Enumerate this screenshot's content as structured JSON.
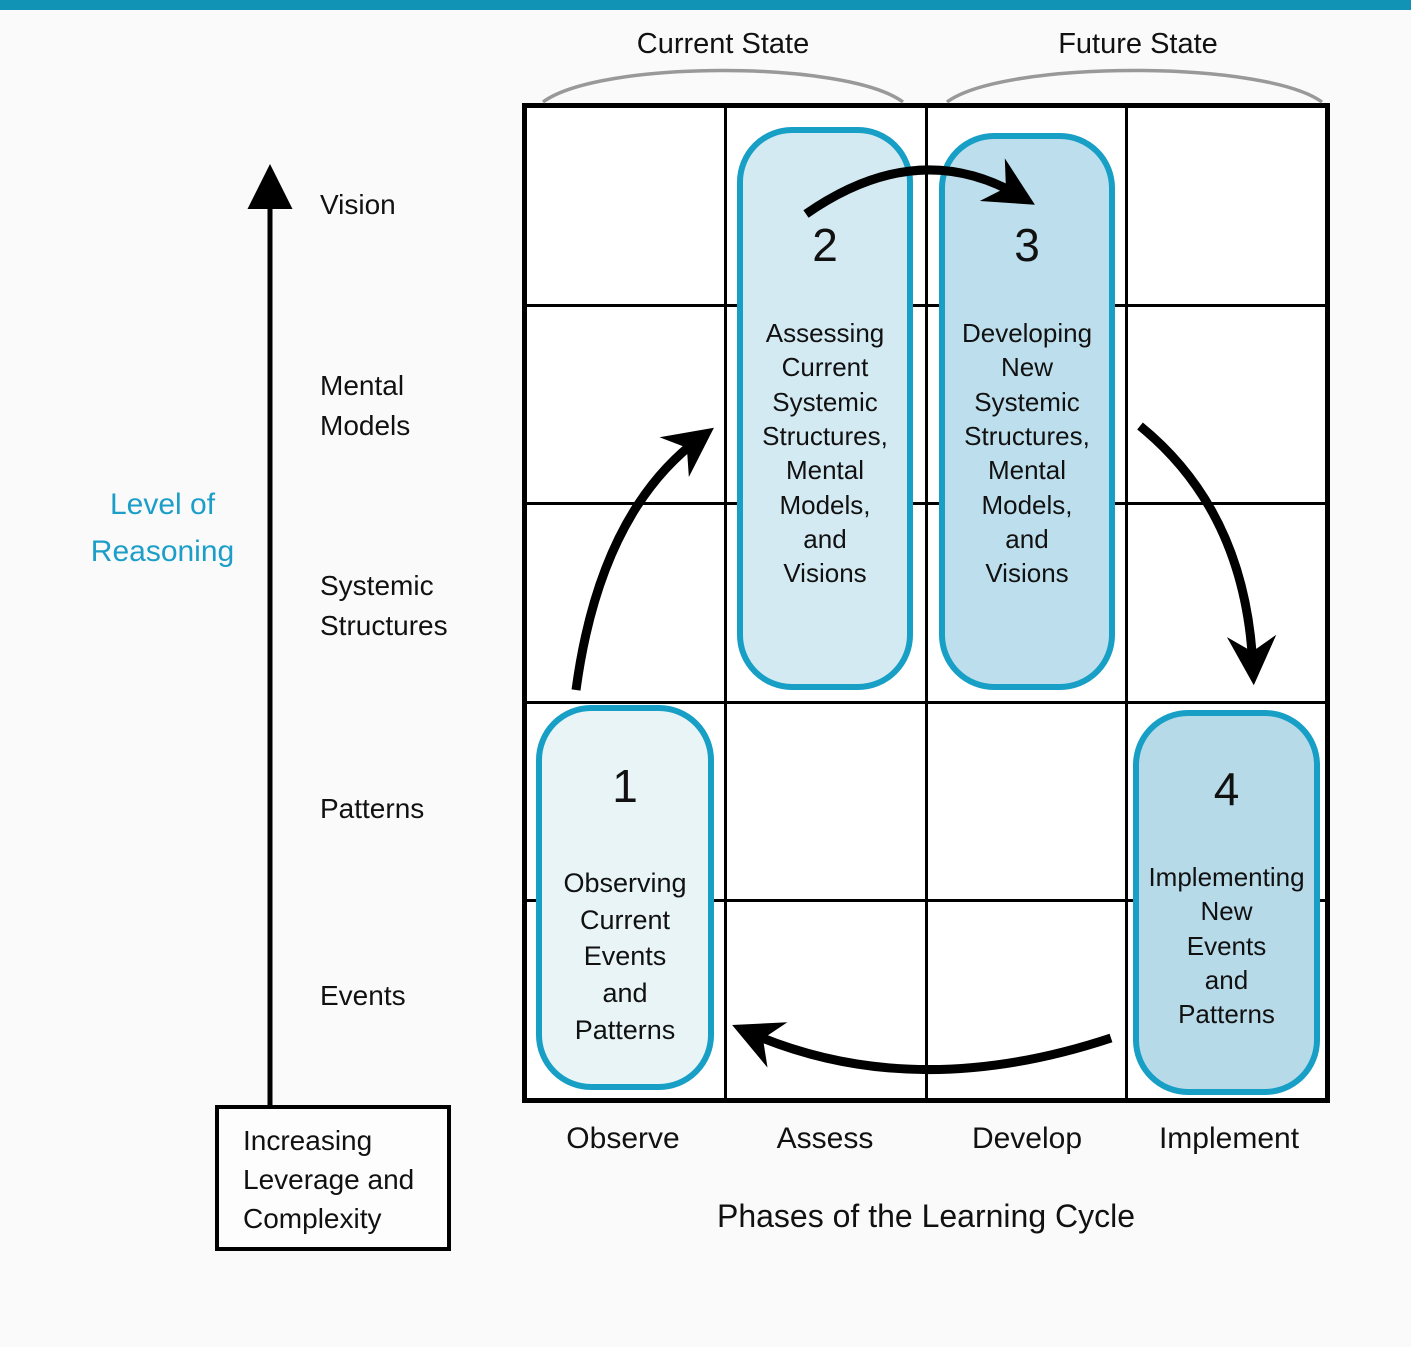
{
  "page": {
    "top_bar_color": "#1193B6",
    "background": "#FAFAFA"
  },
  "states_header": {
    "current": "Current State",
    "future": "Future State",
    "brace_color": "#999999"
  },
  "y_axis": {
    "title": "Level of\nReasoning",
    "title_color": "#1C9EC9",
    "levels": [
      "Vision",
      "Mental\nModels",
      "Systemic\nStructures",
      "Patterns",
      "Events"
    ],
    "annotation_box": "Increasing\nLeverage and\nComplexity"
  },
  "x_axis": {
    "title": "Phases of the Learning Cycle",
    "phases": [
      "Observe",
      "Assess",
      "Develop",
      "Implement"
    ]
  },
  "cycle_boxes": [
    {
      "number": "1",
      "label": "Observing\nCurrent\nEvents\nand\nPatterns",
      "fill": "#E8F4F5",
      "border": "#189FC6"
    },
    {
      "number": "2",
      "label": "Assessing\nCurrent\nSystemic\nStructures,\nMental\nModels,\nand\nVisions",
      "fill": "#D4EAF3",
      "border": "#189FC6"
    },
    {
      "number": "3",
      "label": "Developing\nNew\nSystemic\nStructures,\nMental\nModels,\nand\nVisions",
      "fill": "#BDDEEC",
      "border": "#189FC6"
    },
    {
      "number": "4",
      "label": "Implementing\nNew\nEvents\nand\nPatterns",
      "fill": "#B7DAE9",
      "border": "#189FC6"
    }
  ],
  "arrows": {
    "color": "#000000",
    "cycle": [
      "1 to 2",
      "2 to 3",
      "3 to 4",
      "4 to 1"
    ]
  }
}
